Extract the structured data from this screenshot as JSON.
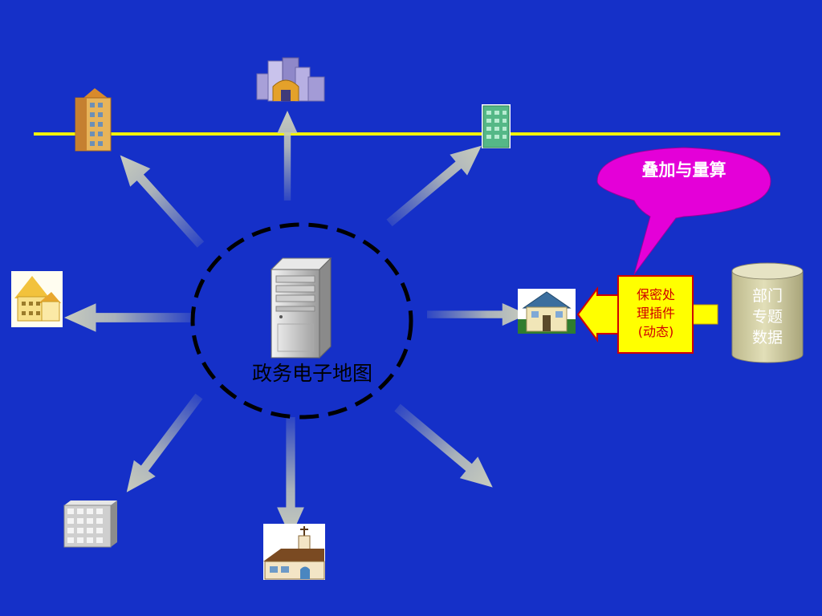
{
  "center_node": {
    "label": "政务电子地图",
    "icon": "server-tower-icon"
  },
  "callout": {
    "label": "叠加与量算",
    "color": "#e400d8"
  },
  "plugin_box": {
    "label_lines": [
      "保密处",
      "理插件",
      "(动态)"
    ],
    "fill": "#ffff00",
    "text_color": "#d00000"
  },
  "database": {
    "label_lines": [
      "部门",
      "专题",
      "数据"
    ],
    "fill": "#d6d3a6"
  },
  "buildings": [
    {
      "name": "tall-office-building-icon"
    },
    {
      "name": "city-skyline-icon"
    },
    {
      "name": "green-office-tower-icon"
    },
    {
      "name": "apartment-complex-icon"
    },
    {
      "name": "house-icon"
    },
    {
      "name": "grey-office-block-icon"
    },
    {
      "name": "church-icon"
    }
  ],
  "colors": {
    "background": "#1530c8",
    "network_line": "#f2f20a",
    "arrow_fill": "#b9c1b0",
    "dashed_circle": "#000000"
  }
}
